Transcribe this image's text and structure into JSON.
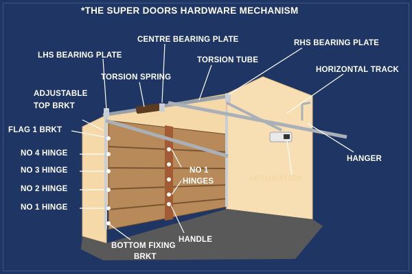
{
  "title": "THE SUPER DOORS HARDWARE MECHANISM",
  "title_mark": "*",
  "labels": {
    "centre_bearing_plate": "CENTRE BEARING PLATE",
    "rhs_bearing_plate": "RHS BEARING PLATE",
    "lhs_bearing_plate": "LHS BEARING PLATE",
    "torsion_tube": "TORSION TUBE",
    "torsion_spring": "TORSION SPRING",
    "horizontal_track": "HORIZONTAL TRACK",
    "adjustable_top_brkt_1": "ADJUSTABLE",
    "adjustable_top_brkt_2": "TOP BRKT",
    "flag_1_brkt": "FLAG 1 BRKT",
    "no4_hinge": "NO 4  HINGE",
    "no3_hinge": "NO 3  HINGE",
    "no2_hinge": "NO 2  HINGE",
    "no1_hinge": "NO 1  HINGE",
    "no1_hinges_1": "NO 1",
    "no1_hinges_2": "HINGES",
    "automation": "AUTOMATION",
    "hanger": "HANGER",
    "handle": "HANDLE",
    "bottom_fixing_1": "BOTTOM FIXING",
    "bottom_fixing_2": "BRKT"
  },
  "colors": {
    "background": "#1f3564",
    "wall": "#f6d9a9",
    "wall_edge": "#e0bb80",
    "floor": "#595959",
    "door": "#b98a59",
    "door_groove": "#7a5330",
    "centre_stile": "#a25b33",
    "track": "#aab0b8",
    "leader": "#ffffff",
    "label": "#ffffff",
    "accent_label": "#f2d9a6"
  }
}
